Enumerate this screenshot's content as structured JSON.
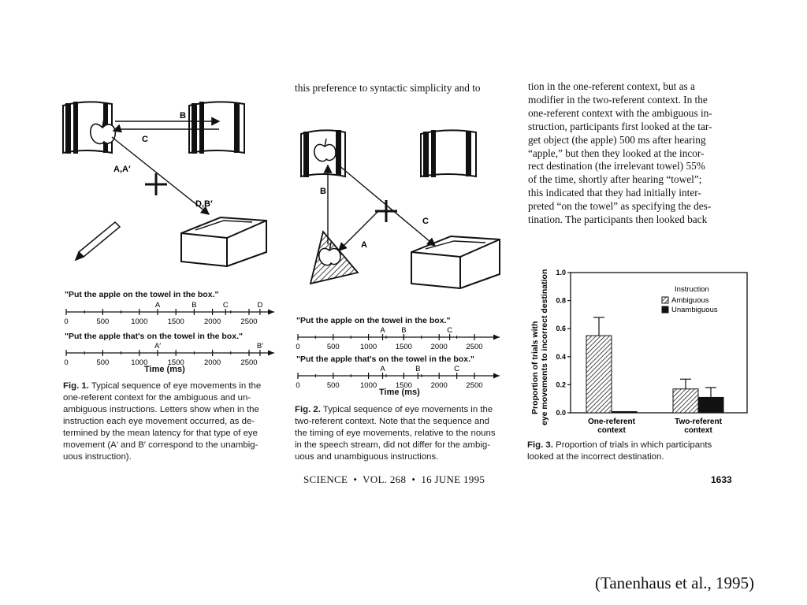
{
  "fig1": {
    "labels": {
      "B": "B",
      "C": "C",
      "AA": "A,A′",
      "DB": "D,B′"
    },
    "quote1": "\"Put the apple on the towel in the box.\"",
    "quote2": "\"Put the apple that's on the towel in the box.\"",
    "timeline1_marks": [
      "A",
      "B",
      "C",
      "D"
    ],
    "timeline2_marks": [
      "A′",
      "B′"
    ],
    "ticks": [
      "0",
      "500",
      "1000",
      "1500",
      "2000",
      "2500"
    ],
    "axis_label": "Time (ms)",
    "caption_label": "Fig. 1.",
    "caption_lines": [
      "Typical sequence of eye movements in the",
      "one-referent context for the ambiguous and un-",
      "ambiguous instructions. Letters show when in the",
      "instruction each eye movement occurred, as de-",
      "termined by the mean latency for that type of eye",
      "movement (A′ and B′ correspond to the unambig-",
      "uous instruction)."
    ]
  },
  "fig2": {
    "top_text": "this preference to syntactic simplicity and to",
    "labels": {
      "A": "A",
      "B": "B",
      "C": "C"
    },
    "quote1": "\"Put the apple on the towel in the box.\"",
    "quote2": "\"Put the apple that's on the towel in the box.\"",
    "timeline1_marks": [
      "A",
      "B",
      "C"
    ],
    "timeline2_marks": [
      "A",
      "B",
      "C"
    ],
    "ticks": [
      "0",
      "500",
      "1000",
      "1500",
      "2000",
      "2500"
    ],
    "axis_label": "Time (ms)",
    "caption_label": "Fig. 2.",
    "caption_lines": [
      "Typical sequence of eye movements in the",
      "two-referent context. Note that the sequence and",
      "the timing of eye movements, relative to the nouns",
      "in the speech stream, did not differ for the ambig-",
      "uous and unambiguous instructions."
    ]
  },
  "body_text": [
    "tion in the one-referent context, but as a",
    "modifier in the two-referent context. In the",
    "one-referent context with the ambiguous in-",
    "struction, participants first looked at the tar-",
    "get object (the apple) 500 ms after hearing",
    "“apple,” but then they looked at the incor-",
    "rect destination (the irrelevant towel) 55%",
    "of the time, shortly after hearing “towel”;",
    "this indicated that they had initially inter-",
    "preted “on the towel” as specifying the des-",
    "tination. The participants then looked back"
  ],
  "chart_data": {
    "type": "bar",
    "categories": [
      "One-referent context",
      "Two-referent context"
    ],
    "category_lines": [
      [
        "One-referent",
        "context"
      ],
      [
        "Two-referent",
        "context"
      ]
    ],
    "series": [
      {
        "name": "Ambiguous",
        "values": [
          0.55,
          0.17
        ],
        "errors": [
          0.13,
          0.07
        ],
        "pattern": "hatched"
      },
      {
        "name": "Unambiguous",
        "values": [
          0.0,
          0.11
        ],
        "errors": [
          0.0,
          0.07
        ],
        "pattern": "solid"
      }
    ],
    "ylabel_lines": [
      "Proportion of trials with",
      "eye movements to incorrect destination"
    ],
    "ylim": [
      0,
      1.0
    ],
    "yticks": [
      "0.0",
      "0.2",
      "0.4",
      "0.6",
      "0.8",
      "1.0"
    ],
    "legend_title": "Instruction",
    "legend_placement": "top-right",
    "colors": {
      "solid": "#111111",
      "hatch": "#111111"
    }
  },
  "fig3": {
    "caption_label": "Fig. 3.",
    "caption_lines": [
      "Proportion of trials in which participants",
      "looked at the incorrect destination."
    ]
  },
  "footer": {
    "journal": "SCIENCE",
    "volume": "VOL. 268",
    "date": "16 JUNE 1995",
    "bullet": "•",
    "page_number": "1633"
  },
  "citation": "(Tanenhaus et al., 1995)"
}
